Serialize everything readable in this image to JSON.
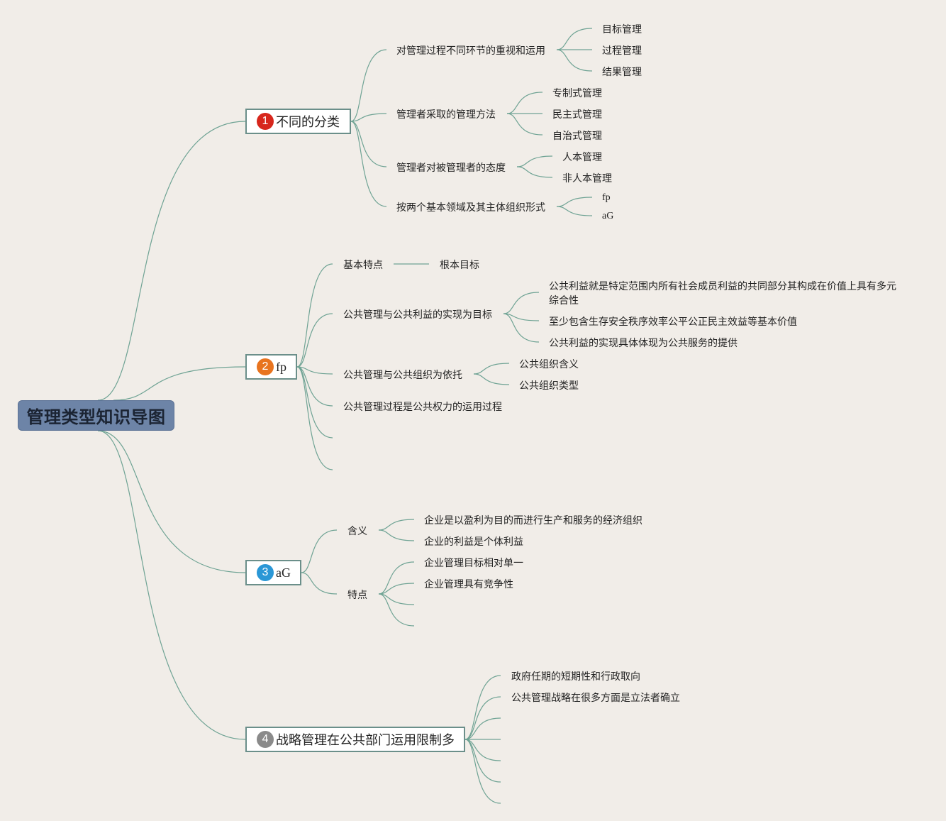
{
  "root": {
    "title": "管理类型知识导图"
  },
  "topics": [
    {
      "num": "1",
      "badge_color": "#d7261c",
      "label": "不同的分类",
      "subtopics": [
        {
          "label": "对管理过程不同环节的重视和运用",
          "children": [
            "目标管理",
            "过程管理",
            "结果管理"
          ]
        },
        {
          "label": "管理者采取的管理方法",
          "children": [
            "专制式管理",
            "民主式管理",
            "自治式管理"
          ]
        },
        {
          "label": "管理者对被管理者的态度",
          "children": [
            "人本管理",
            "非人本管理"
          ]
        },
        {
          "label": "按两个基本领域及其主体组织形式",
          "children": [
            "fp",
            "aG"
          ]
        }
      ]
    },
    {
      "num": "2",
      "badge_color": "#e8741f",
      "label": "fp",
      "subtopics": [
        {
          "label": "基本特点",
          "children": [
            "根本目标"
          ]
        },
        {
          "label": "公共管理与公共利益的实现为目标",
          "children": [
            "公共利益就是特定范围内所有社会成员利益的共同部分其构成在价值上具有多元综合性",
            "至少包含生存安全秩序效率公平公正民主效益等基本价值",
            "公共利益的实现具体体现为公共服务的提供"
          ]
        },
        {
          "label": "公共管理与公共组织为依托",
          "children": [
            "公共组织含义",
            "公共组织类型"
          ]
        },
        {
          "label": "公共管理过程是公共权力的运用过程",
          "children": []
        }
      ]
    },
    {
      "num": "3",
      "badge_color": "#2a97d6",
      "label": "aG",
      "subtopics": [
        {
          "label": "含义",
          "children": [
            "企业是以盈利为目的而进行生产和服务的经济组织",
            "企业的利益是个体利益"
          ]
        },
        {
          "label": "特点",
          "children": [
            "企业管理目标相对单一",
            "企业管理具有竞争性"
          ]
        }
      ]
    },
    {
      "num": "4",
      "badge_color": "#8a8a8a",
      "label": "战略管理在公共部门运用限制多",
      "subtopics": [
        {
          "label": "政府任期的短期性和行政取向",
          "children": []
        },
        {
          "label": "公共管理战略在很多方面是立法者确立",
          "children": []
        }
      ]
    }
  ],
  "colors": {
    "line": "#6fa394"
  }
}
